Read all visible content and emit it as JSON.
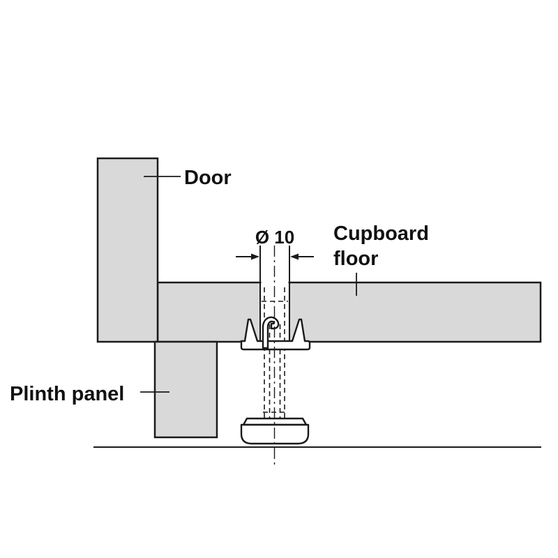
{
  "diagram": {
    "labels": {
      "door": "Door",
      "cupboard_floor_line1": "Cupboard",
      "cupboard_floor_line2": "floor",
      "plinth_panel": "Plinth panel",
      "hole_diameter": "Ø 10"
    },
    "colors": {
      "panel_fill": "#d9d9d9",
      "line": "#1a1a1a",
      "background": "#ffffff"
    }
  }
}
